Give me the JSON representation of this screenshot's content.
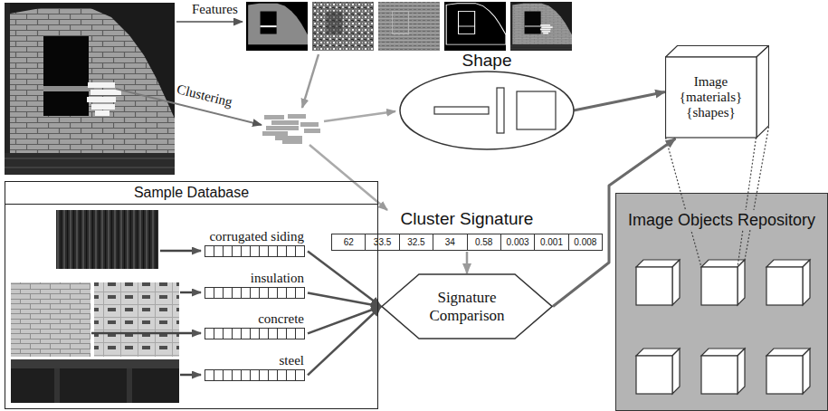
{
  "diagram": {
    "nodes": [
      {
        "text": [
          "Shape"
        ]
      },
      {
        "text": [
          "Cluster Signature"
        ]
      },
      {
        "text": [
          "Image {materials} {shapes}"
        ]
      },
      {
        "text": [
          "Sample Database"
        ]
      },
      {
        "text": [
          "corrugated siding"
        ],
        "in": 3
      },
      {
        "text": [
          "insulation"
        ],
        "in": 3
      },
      {
        "text": [
          "concrete"
        ],
        "in": 3
      },
      {
        "text": [
          "steel"
        ],
        "in": 3
      },
      {
        "text": [
          "Signature Comparison"
        ]
      },
      {
        "text": [
          "Image Objects Repository"
        ]
      }
    ],
    "edges": [
      {
        "from": 0,
        "to": 2,
        "arrow": "to"
      },
      {
        "from": 1,
        "to": 8,
        "arrow": "to"
      },
      {
        "from": 4,
        "to": 8,
        "arrow": "to"
      },
      {
        "from": 5,
        "to": 8,
        "arrow": "to"
      },
      {
        "from": 6,
        "to": 8,
        "arrow": "to"
      },
      {
        "from": 7,
        "to": 8,
        "arrow": "to"
      },
      {
        "from": 8,
        "to": 2,
        "arrow": "to"
      }
    ],
    "labels": [
      "Features",
      "Clustering",
      "62",
      "33.5",
      "32.5",
      "34",
      "0.58",
      "0.003",
      "0.001",
      "0.008"
    ]
  }
}
